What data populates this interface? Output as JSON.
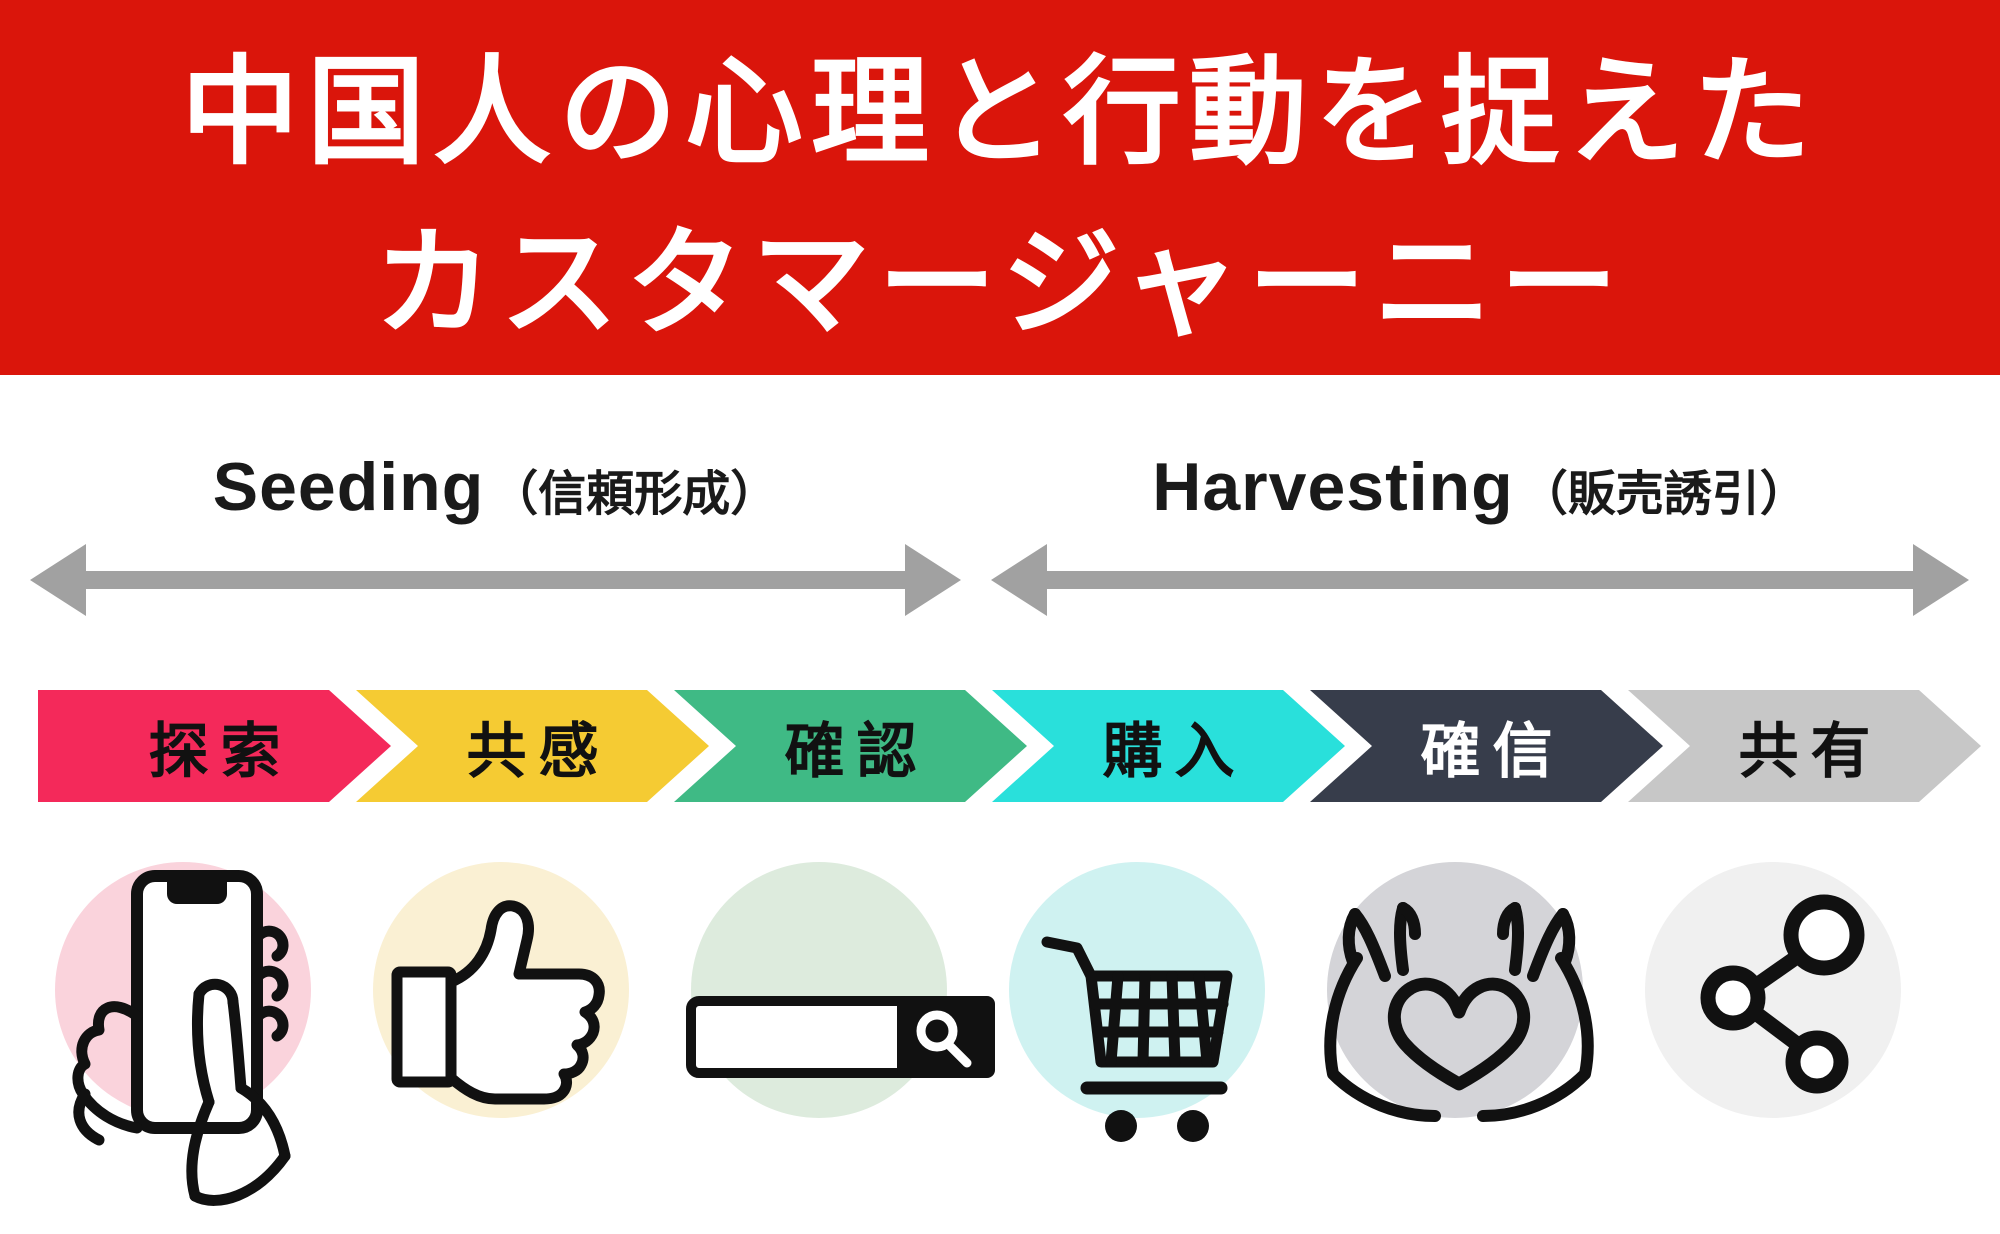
{
  "header": {
    "title_line1": "中国人の心理と行動を捉えた",
    "title_line2": "カスタマージャーニー",
    "bg_color": "#DA150B",
    "text_color": "#FFFFFF"
  },
  "phases": [
    {
      "name_en": "Seeding",
      "name_jp": "（信頼形成）",
      "arrow_color": "#A1A1A1"
    },
    {
      "name_en": "Harvesting",
      "name_jp": "（販売誘引）",
      "arrow_color": "#A1A1A1"
    }
  ],
  "steps": [
    {
      "label": "探索",
      "chevron_color": "#F4295A",
      "text_color": "#111111",
      "circle_color": "#FAD3DC",
      "icon": "smartphone-tap-icon"
    },
    {
      "label": "共感",
      "chevron_color": "#F5CB33",
      "text_color": "#111111",
      "circle_color": "#FAF0D3",
      "icon": "thumbs-up-icon"
    },
    {
      "label": "確認",
      "chevron_color": "#3FBA85",
      "text_color": "#111111",
      "circle_color": "#DDEBDD",
      "icon": "search-bar-icon"
    },
    {
      "label": "購入",
      "chevron_color": "#29E0DB",
      "text_color": "#111111",
      "circle_color": "#CFF2F1",
      "icon": "shopping-cart-icon"
    },
    {
      "label": "確信",
      "chevron_color": "#373D4B",
      "text_color": "#FFFFFF",
      "circle_color": "#D4D4D8",
      "icon": "heart-hands-icon"
    },
    {
      "label": "共有",
      "chevron_color": "#C7C7C7",
      "text_color": "#111111",
      "circle_color": "#F0F0F0",
      "icon": "share-icon"
    }
  ]
}
